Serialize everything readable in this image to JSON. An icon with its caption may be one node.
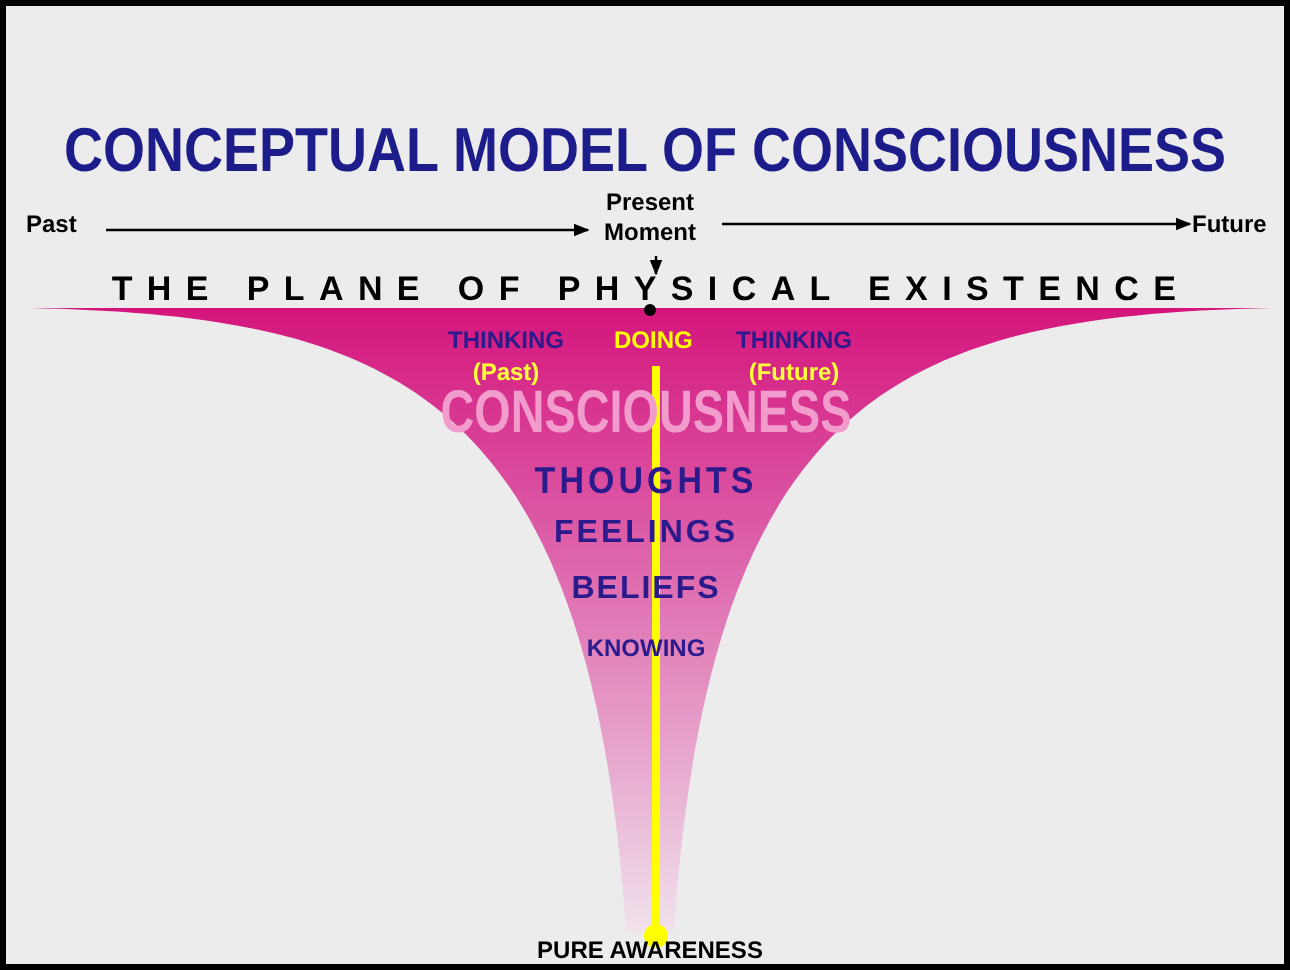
{
  "diagram": {
    "title": "CONCEPTUAL MODEL OF CONSCIOUSNESS",
    "nodes": [
      {
        "text": [
          "Past"
        ]
      },
      {
        "text": [
          "Present Moment"
        ]
      },
      {
        "text": [
          "Future"
        ]
      },
      {
        "text": [
          "THE PLANE OF PHYSICAL EXISTENCE"
        ]
      },
      {
        "text": [
          "THINKING",
          "(Past)",
          "THINKING",
          "(Future)",
          "CONSCIOUSNESS",
          "THOUGHTS",
          "FEELINGS",
          "BELIEFS",
          "KNOWING"
        ]
      },
      {
        "text": [
          "DOING"
        ],
        "in": 4
      },
      {
        "text": [
          "PURE AWARENESS"
        ]
      }
    ],
    "edges": [
      {
        "from": 0,
        "to": 1,
        "arrow": "to"
      },
      {
        "from": 1,
        "to": 2,
        "arrow": "to"
      },
      {
        "from": 1,
        "to": 3,
        "arrow": "to"
      },
      {
        "from": 5,
        "to": 6,
        "arrow": "other",
        "style": "thick",
        "color": "#ffff00"
      }
    ]
  }
}
